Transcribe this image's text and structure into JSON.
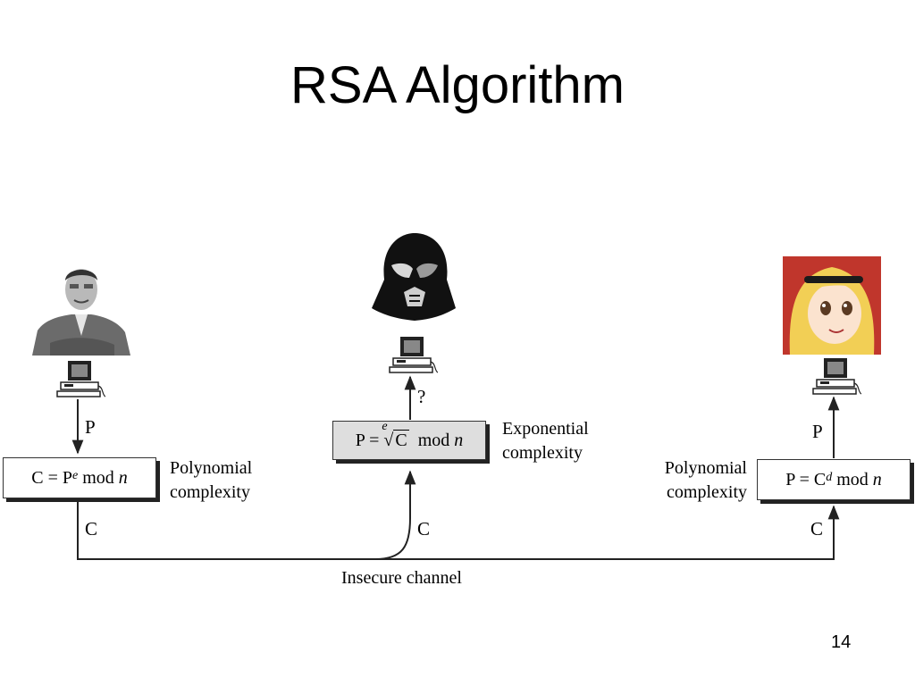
{
  "slide": {
    "title": "RSA Algorithm",
    "page_number": "14"
  },
  "sender": {
    "plaintext_label": "P",
    "ciphertext_label": "C",
    "formula": {
      "lhs": "C = P",
      "exp": "e",
      "mod": " mod ",
      "var": "n"
    },
    "complexity_line1": "Polynomial",
    "complexity_line2": "complexity"
  },
  "eavesdropper": {
    "question_label": "?",
    "ciphertext_label": "C",
    "formula": {
      "lhs": "P = ",
      "root_index": "e",
      "radicand": "C",
      "mod": "  mod ",
      "var": "n"
    },
    "complexity_line1": "Exponential",
    "complexity_line2": "complexity"
  },
  "receiver": {
    "plaintext_label": "P",
    "ciphertext_label": "C",
    "formula": {
      "lhs": "P = C",
      "exp": "d",
      "mod": " mod ",
      "var": "n"
    },
    "complexity_line1": "Polynomial",
    "complexity_line2": "complexity"
  },
  "channel": {
    "label": "Insecure channel"
  },
  "icons": {
    "computer": "desktop-computer-icon",
    "sender_portrait": "man-portrait",
    "eavesdropper_portrait": "dark-helmet",
    "receiver_portrait": "cartoon-girl-portrait"
  }
}
